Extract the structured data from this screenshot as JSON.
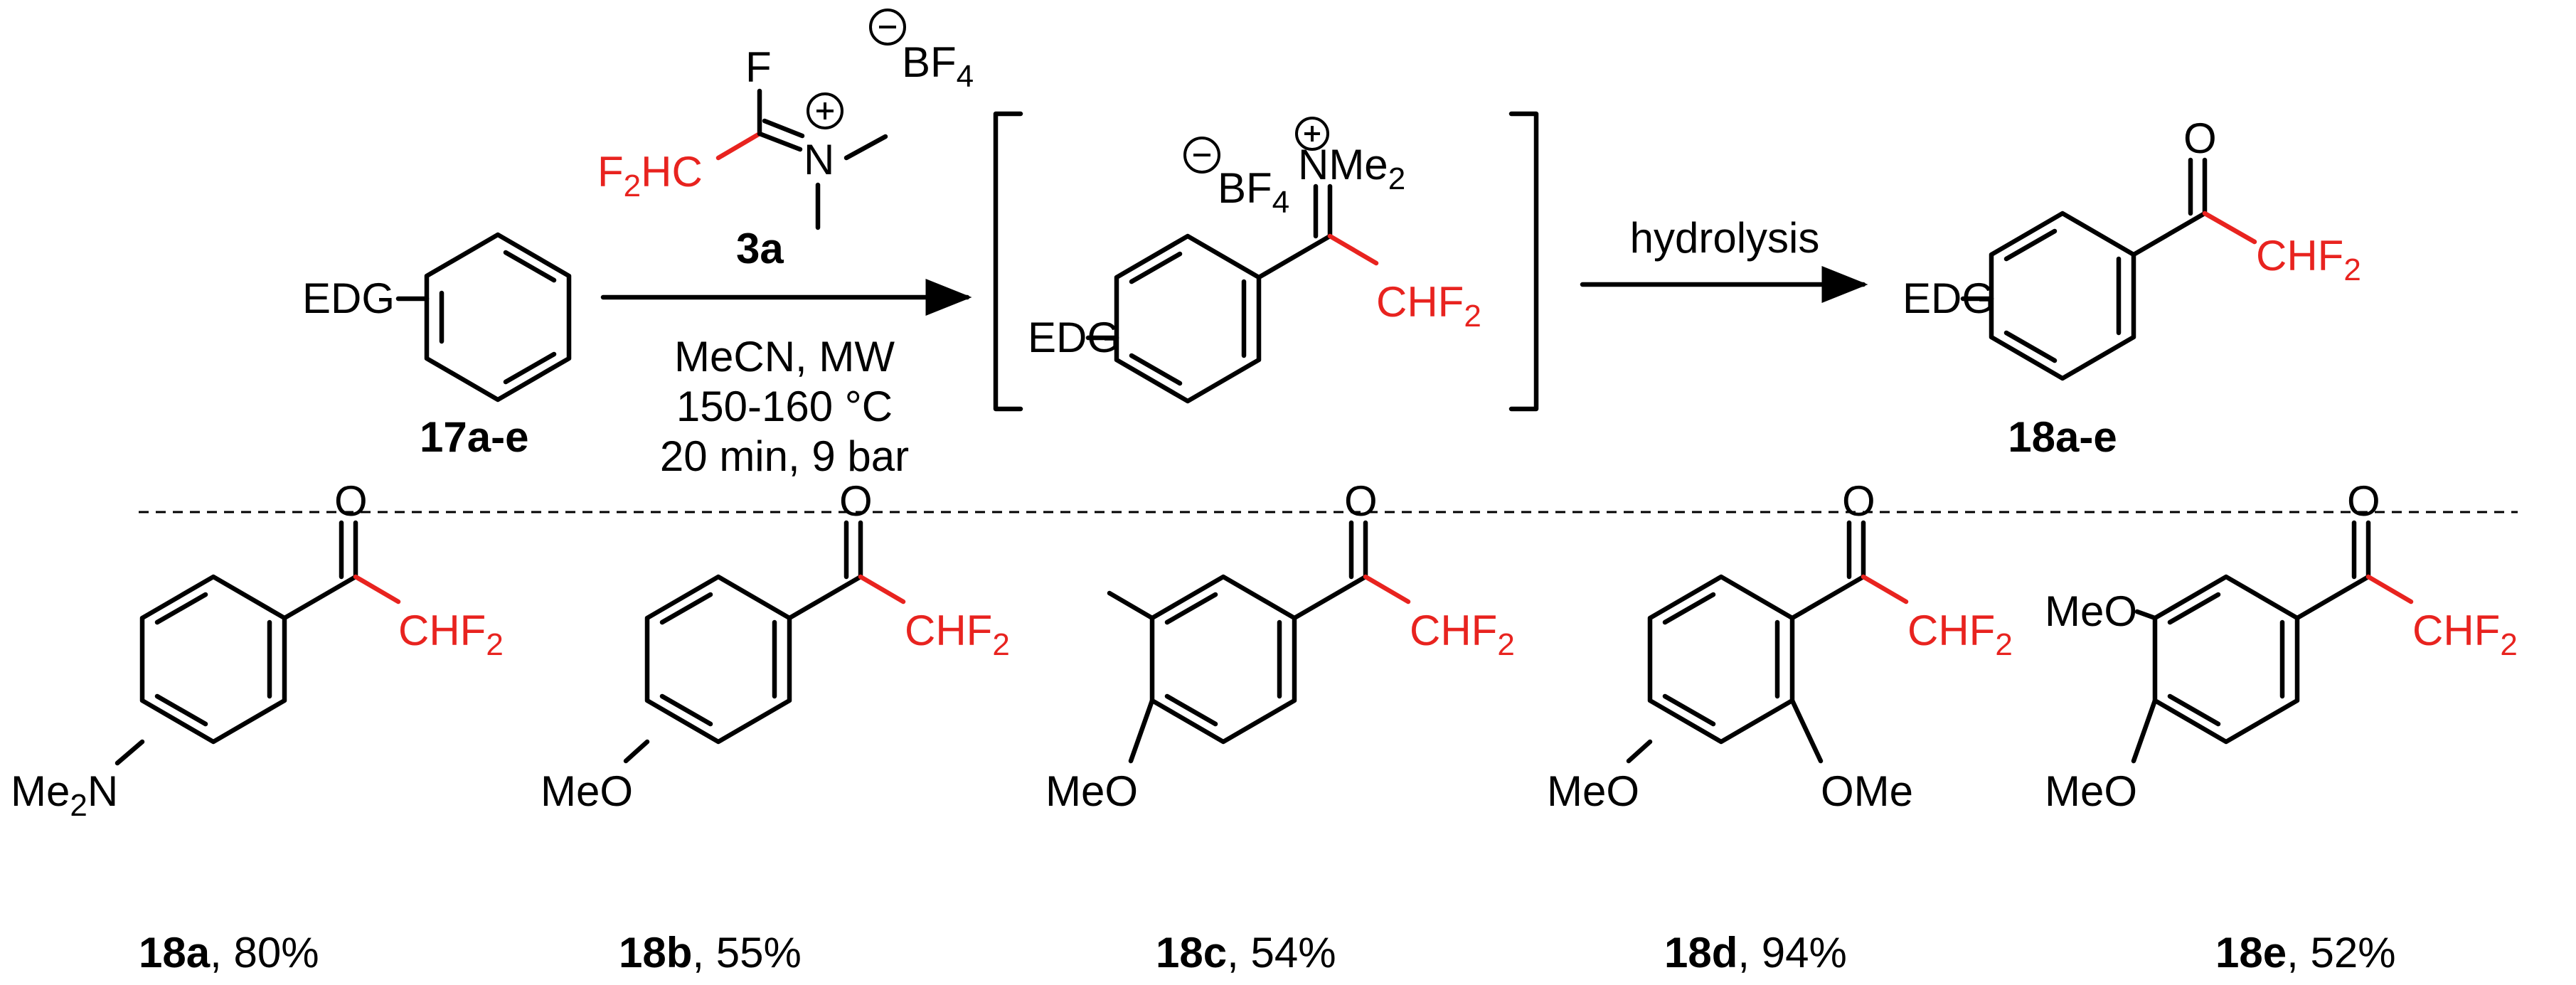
{
  "scheme": {
    "substrate": {
      "id": "17a-e",
      "substituent": "EDG"
    },
    "reagent": {
      "id": "3a",
      "atoms": {
        "f": "F",
        "n": "N"
      },
      "cf2h_group": {
        "main": "F",
        "sub": "2",
        "tail": "HC"
      },
      "counterion": {
        "main": "BF",
        "sub": "4"
      }
    },
    "conditions": [
      "MeCN, MW",
      "150-160 °C",
      "20 min, 9 bar"
    ],
    "intermediate": {
      "substituent": "EDG",
      "counterion": {
        "main": "BF",
        "sub": "4"
      },
      "iminium": {
        "main": "NMe",
        "sub": "2"
      },
      "cf2h": {
        "main": "CHF",
        "sub": "2"
      }
    },
    "step2": "hydrolysis",
    "product": {
      "id": "18a-e",
      "substituent": "EDG",
      "carbonyl_o": "O",
      "cf2h": {
        "main": "CHF",
        "sub": "2"
      }
    }
  },
  "examples": [
    {
      "id": "18a",
      "yield": ", 80%",
      "groups": {
        "nme2": {
          "main": "Me",
          "sub": "2",
          "tail": "N"
        }
      }
    },
    {
      "id": "18b",
      "yield": ", 55%",
      "groups": {
        "ome": "MeO"
      }
    },
    {
      "id": "18c",
      "yield": ", 54%",
      "groups": {
        "ome": "MeO"
      }
    },
    {
      "id": "18d",
      "yield": ", 94%",
      "groups": {
        "ome_para": "MeO",
        "ome_ortho": "OMe"
      }
    },
    {
      "id": "18e",
      "yield": ", 52%",
      "groups": {
        "ome_meta": "MeO",
        "ome_para": "MeO"
      }
    }
  ],
  "common": {
    "o": "O",
    "cf2h": {
      "main": "CHF",
      "sub": "2"
    }
  },
  "colors": {
    "highlight": "#e8231f",
    "bonds": "#000000"
  }
}
